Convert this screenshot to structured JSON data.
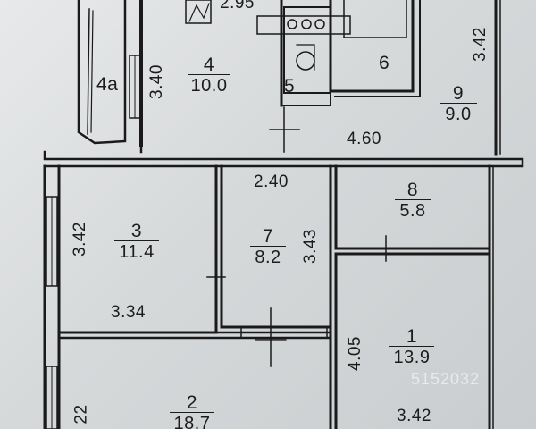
{
  "rooms": [
    {
      "id": "4a",
      "label": "4a",
      "area": ""
    },
    {
      "id": "4",
      "label": "4",
      "area": "10.0"
    },
    {
      "id": "5",
      "label": "5",
      "area": ""
    },
    {
      "id": "6",
      "label": "6",
      "area": ""
    },
    {
      "id": "9",
      "label": "9",
      "area": "9.0"
    },
    {
      "id": "3",
      "label": "3",
      "area": "11.4"
    },
    {
      "id": "7",
      "label": "7",
      "area": "8.2"
    },
    {
      "id": "8",
      "label": "8",
      "area": "5.8"
    },
    {
      "id": "1",
      "label": "1",
      "area": "13.9"
    },
    {
      "id": "2",
      "label": "2",
      "area": "18.7"
    }
  ],
  "dimensions": {
    "top_partial": "2.95",
    "room4_height": "3.40",
    "right_height": "3.42",
    "corridor_width": "4.60",
    "room7_width": "2.40",
    "room3_height": "3.42",
    "room7_height": "3.43",
    "room3_width": "3.34",
    "room1_height": "4.05",
    "room1_width": "3.42",
    "room2_height": "22"
  },
  "watermark": "5152032",
  "colors": {
    "paper": "#d9dcdc",
    "ink": "#1c1c1c"
  }
}
